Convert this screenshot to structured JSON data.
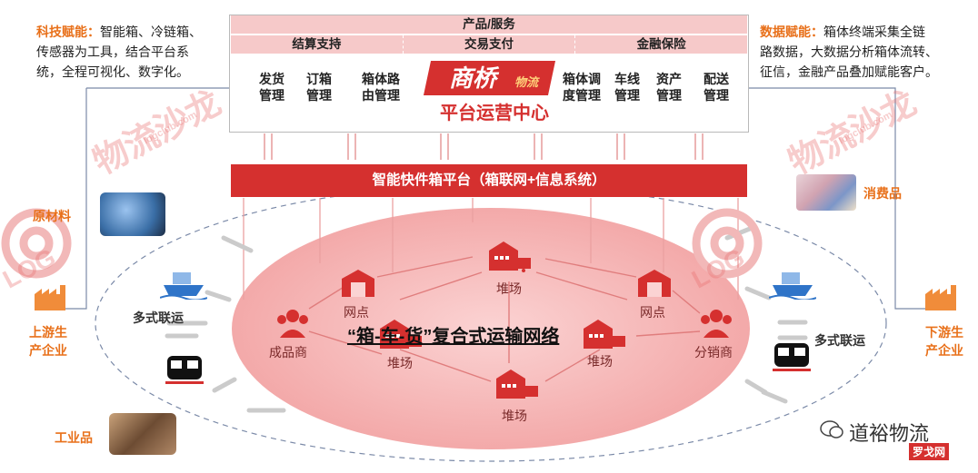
{
  "left_note": {
    "keyword": "科技赋能：",
    "text_line1": "智能箱、冷链箱、",
    "text_line2": "传感器为工具，结合平台系",
    "text_line3": "统，全程可视化、数字化。"
  },
  "right_note": {
    "keyword": "数据赋能：",
    "text_line1": "箱体终端采集全链",
    "text_line2": "路数据，大数据分析箱体流转、",
    "text_line3": "征信，金融产品叠加赋能客户。"
  },
  "platform": {
    "products": "产品/服务",
    "services": [
      "结算支持",
      "交易支付",
      "金融保险"
    ],
    "modules_left": [
      [
        "发货",
        "管理"
      ],
      [
        "订箱",
        "管理"
      ],
      [
        "箱体路",
        "由管理"
      ]
    ],
    "modules_right": [
      [
        "箱体调",
        "度管理"
      ],
      [
        "车线",
        "管理"
      ],
      [
        "资产",
        "管理"
      ],
      [
        "配送",
        "管理"
      ]
    ],
    "logo_main": "商桥",
    "logo_sub": "物流",
    "center": "平台运营中心"
  },
  "fast_platform": "智能快件箱平台（箱联网+信息系统）",
  "network": {
    "title": "“箱-车-货”复合式运输网络",
    "finished_goods": "成品商",
    "distributor": "分销商",
    "outlet": "网点",
    "yard": "堆场"
  },
  "left_side": {
    "raw": "原材料",
    "industrial": "工业品",
    "upstream_line1": "上游生",
    "upstream_line2": "产企业",
    "multimodal": "多式联运"
  },
  "right_side": {
    "consumer": "消费品",
    "downstream_line1": "下游生",
    "downstream_line2": "产企业",
    "multimodal": "多式联运"
  },
  "watermark": {
    "name": "物流沙龙",
    "url": "logclub.com",
    "brand": "LOG"
  },
  "footer": {
    "wechat": "道裕物流",
    "site": "罗戈网"
  },
  "colors": {
    "accent": "#e8701a",
    "red": "#d5302f",
    "pink": "#f6c9c9",
    "ellipse": "#f6b3b3"
  }
}
